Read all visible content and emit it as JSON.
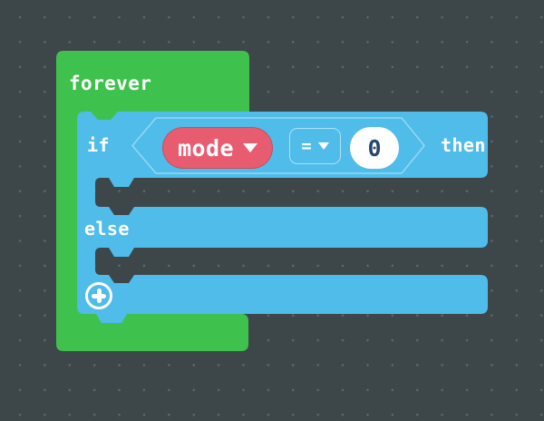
{
  "canvas": {
    "background_color": "#3d4649",
    "dot_color": "#5d6668"
  },
  "colors": {
    "loop_green": "#3fc24d",
    "logic_blue": "#4fbce9",
    "variable_red": "#e85c70",
    "field_white": "#ffffff",
    "number_text": "#26486e"
  },
  "blocks": {
    "forever": {
      "label": "forever"
    },
    "if_block": {
      "if_label": "if",
      "then_label": "then",
      "else_label": "else",
      "condition": {
        "variable": {
          "label": "mode",
          "icon": "dropdown-arrow"
        },
        "operator": {
          "label": "=",
          "icon": "dropdown-arrow"
        },
        "value": {
          "label": "0"
        }
      },
      "expand_icon": "plus-circle"
    }
  }
}
